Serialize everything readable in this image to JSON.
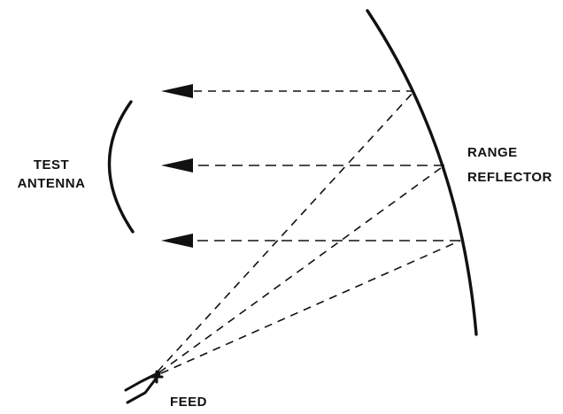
{
  "diagram": {
    "labels": {
      "test_antenna_line1": "TEST",
      "test_antenna_line2": "ANTENNA",
      "range_reflector_line1": "RANGE",
      "range_reflector_line2": "REFLECTOR",
      "feed": "FEED"
    },
    "icons": {
      "feed": "feed-horn-icon",
      "arrow": "arrowhead-icon"
    }
  }
}
